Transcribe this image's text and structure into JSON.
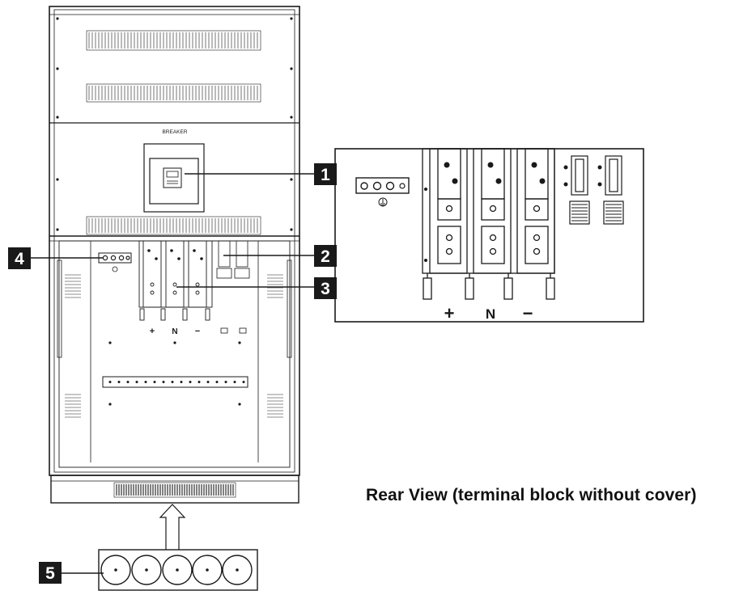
{
  "breaker_label": "BREAKER",
  "caption": "Rear View (terminal block without cover)",
  "callouts": [
    "1",
    "2",
    "3",
    "4",
    "5"
  ],
  "polarity_labels": [
    "+",
    "N",
    "−"
  ],
  "colors": {
    "line": "#1a1a1a",
    "callout_bg": "#1a1a1a",
    "callout_fg": "#ffffff",
    "background": "#ffffff"
  }
}
